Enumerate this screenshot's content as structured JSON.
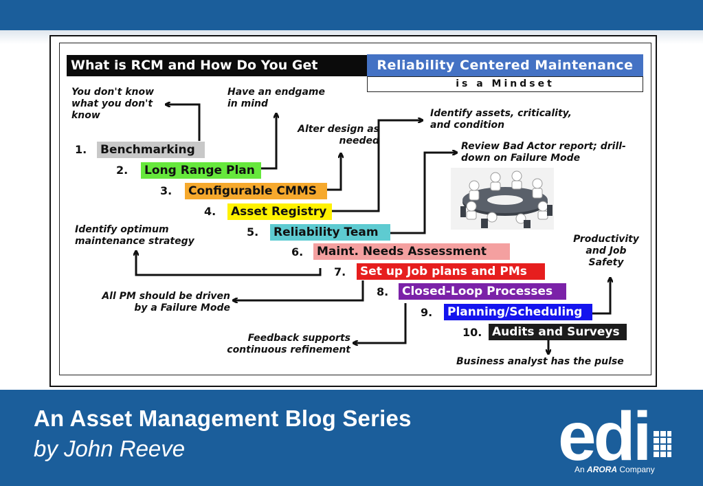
{
  "header": {
    "title": "What is RCM and How Do You Get There?",
    "rcm_label": "Reliability Centered Maintenance",
    "mindset_label": "is a Mindset"
  },
  "steps": [
    {
      "num": "1.",
      "label": "Benchmarking",
      "color": "#c8c8c8"
    },
    {
      "num": "2.",
      "label": "Long Range Plan",
      "color": "#66e83c"
    },
    {
      "num": "3.",
      "label": "Configurable CMMS",
      "color": "#f6a92d"
    },
    {
      "num": "4.",
      "label": "Asset Registry",
      "color": "#fff200"
    },
    {
      "num": "5.",
      "label": "Reliability Team",
      "color": "#5ecbd1"
    },
    {
      "num": "6.",
      "label": "Maint. Needs Assessment",
      "color": "#f4a0a0"
    },
    {
      "num": "7.",
      "label": "Set up Job plans and PMs",
      "color": "#e61e1e"
    },
    {
      "num": "8.",
      "label": "Closed-Loop Processes",
      "color": "#7b22a8"
    },
    {
      "num": "9.",
      "label": "Planning/Scheduling",
      "color": "#1414ee"
    },
    {
      "num": "10.",
      "label": "Audits and Surveys",
      "color": "#1c1c1c"
    }
  ],
  "notes": {
    "dont_know": "You don't know what you don't know",
    "endgame": "Have an endgame in mind",
    "alter_design": "Alter design as needed",
    "identify_assets": "Identify assets, criticality, and condition",
    "bad_actor": "Review Bad Actor report; drill-down on Failure Mode",
    "optimum": "Identify optimum maintenance strategy",
    "productivity": "Productivity and Job Safety",
    "failure_mode": "All PM should be driven by a Failure Mode",
    "feedback": "Feedback supports continuous refinement",
    "pulse": "Business analyst has the pulse"
  },
  "footer": {
    "title": "An Asset Management Blog Series",
    "subtitle": "by John Reeve",
    "logo_text": "edi",
    "logo_sub_prefix": "An",
    "logo_sub_brand": "ARORA",
    "logo_sub_suffix": "Company"
  },
  "colors": {
    "brand_blue": "#1b5e9b",
    "rcm_blue": "#4472c4"
  }
}
